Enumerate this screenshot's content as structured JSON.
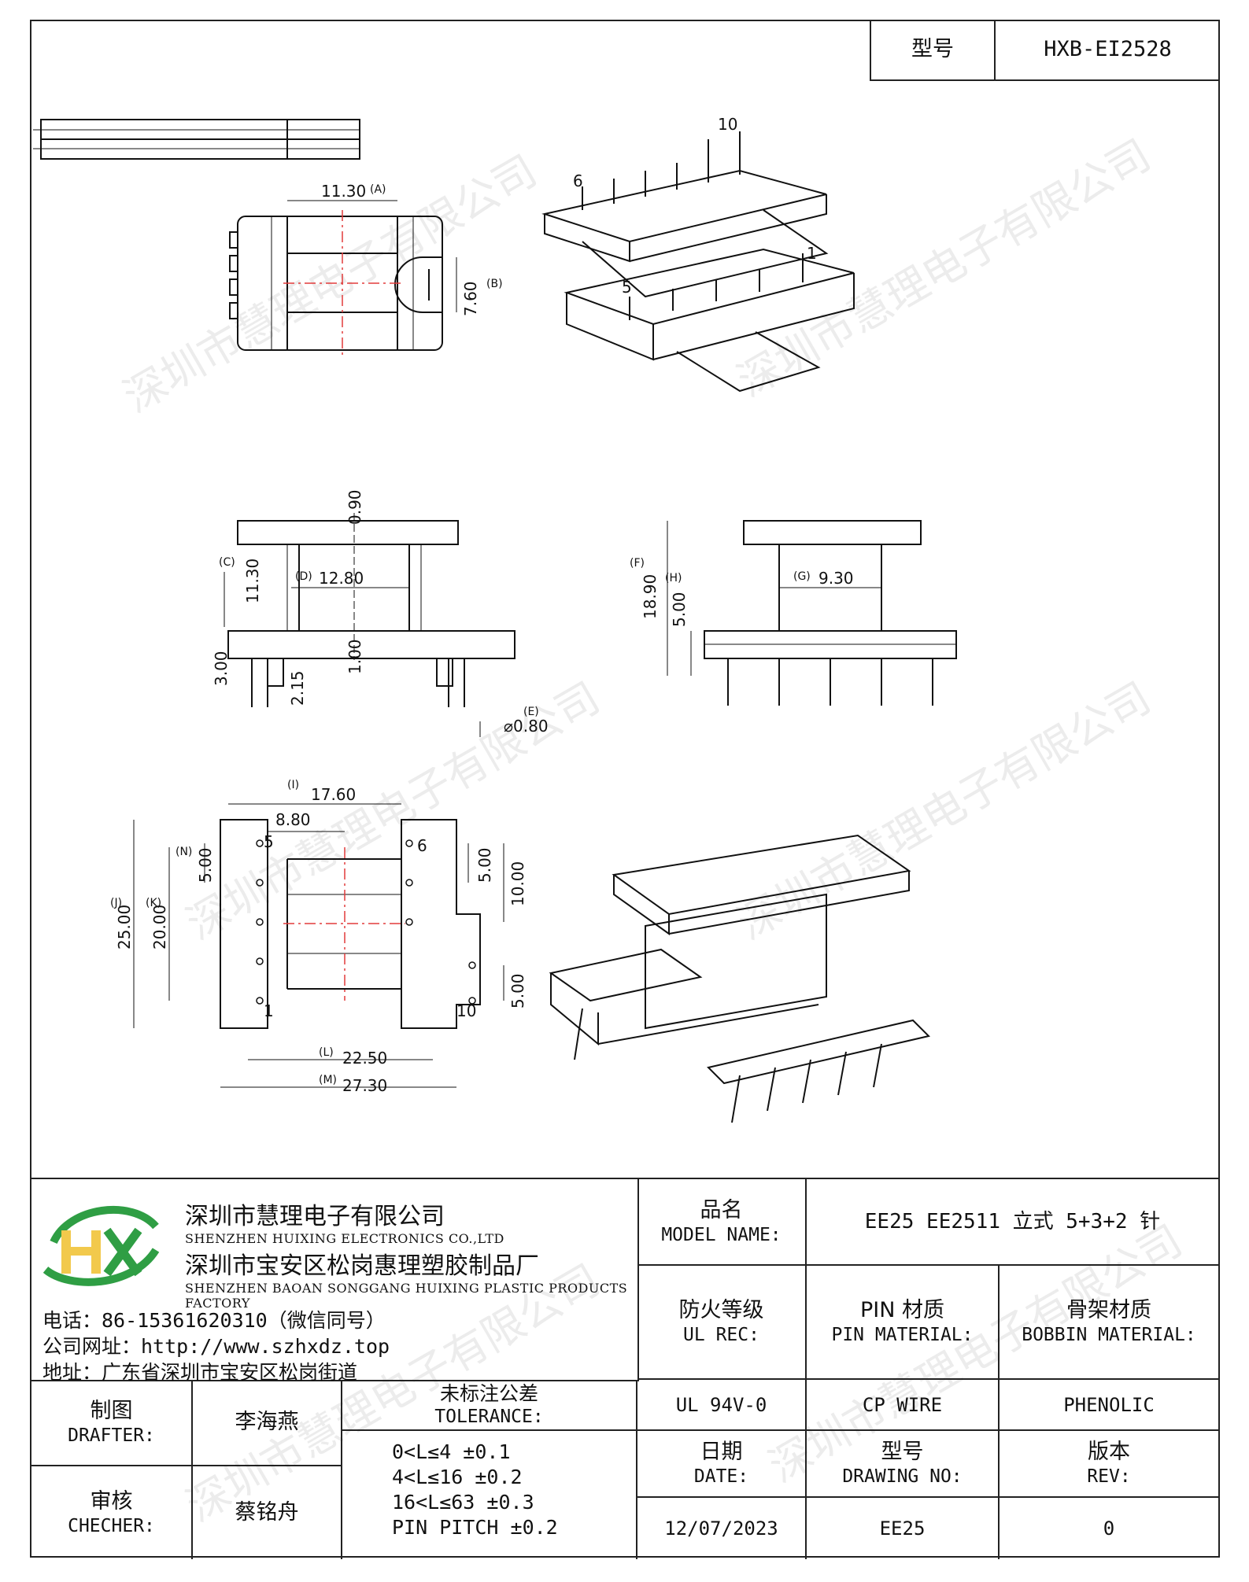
{
  "header": {
    "model_label": "型号",
    "model_value": "HXB-EI2528"
  },
  "watermark": "深圳市慧理电子有限公司",
  "drawing": {
    "pin_numbers": {
      "p10": "10",
      "p6": "6",
      "p1": "1",
      "p5": "5"
    },
    "dimensions": {
      "A": {
        "tag": "(A)",
        "value": "11.30"
      },
      "B": {
        "tag": "(B)",
        "value": "7.60"
      },
      "C": {
        "tag": "(C)",
        "value": "11.30"
      },
      "D": {
        "tag": "(D)",
        "value": "12.80"
      },
      "E": {
        "tag": "(E)",
        "value": "⌀0.80"
      },
      "F": {
        "tag": "(F)",
        "value": "18.90"
      },
      "G": {
        "tag": "(G)",
        "value": "9.30"
      },
      "H": {
        "tag": "(H)",
        "value": "5.00"
      },
      "I": {
        "tag": "(I)",
        "value": "17.60"
      },
      "J": {
        "tag": "(J)",
        "value": "25.00"
      },
      "K": {
        "tag": "(K)",
        "value": "20.00"
      },
      "N": {
        "tag": "(N)",
        "value": "5.00"
      },
      "L": {
        "tag": "(L)",
        "value": "22.50"
      },
      "M": {
        "tag": "(M)",
        "value": "27.30"
      },
      "top_090": "0.90",
      "side_300": "3.00",
      "side_215": "2.15",
      "side_100": "1.00",
      "bot_880": "8.80",
      "r_500a": "5.00",
      "r_1000": "10.00",
      "r_500b": "5.00"
    }
  },
  "titleblock": {
    "company_cn": "深圳市慧理电子有限公司",
    "company_en": "SHENZHEN HUIXING ELECTRONICS CO.,LTD",
    "factory_cn": "深圳市宝安区松岗惠理塑胶制品厂",
    "factory_en": "SHENZHEN BAOAN SONGGANG HUIXING PLASTIC PRODUCTS FACTORY",
    "phone": "电话：86-15361620310（微信同号）",
    "website": "公司网址：http://www.szhxdz.top",
    "address": "地址：广东省深圳市宝安区松岗街道",
    "model_name_cn": "品名",
    "model_name_en": "MODEL NAME:",
    "model_name_value": "EE25 EE2511 立式 5+3+2 针",
    "ul_cn": "防火等级",
    "ul_en": "UL REC:",
    "pin_mat_cn": "PIN 材质",
    "pin_mat_en": "PIN MATERIAL:",
    "bobbin_mat_cn": "骨架材质",
    "bobbin_mat_en": "BOBBIN MATERIAL:",
    "drafter_cn": "制图",
    "drafter_en": "DRAFTER:",
    "drafter_name": "李海燕",
    "checker_cn": "审核",
    "checker_en": "CHECHER:",
    "checker_name": "蔡铭舟",
    "tolerance_cn": "未标注公差",
    "tolerance_en": "TOLERANCE:",
    "tolerance_lines": [
      "0<L≤4  ±0.1",
      "4<L≤16 ±0.2",
      "16<L≤63 ±0.3",
      "PIN PITCH ±0.2"
    ],
    "ul_value": "UL 94V-0",
    "pin_value": "CP WIRE",
    "bobbin_value": "PHENOLIC",
    "date_cn": "日期",
    "date_en": "DATE:",
    "drawing_no_cn": "型号",
    "drawing_no_en": "DRAWING NO:",
    "rev_cn": "版本",
    "rev_en": "REV:",
    "date_value": "12/07/2023",
    "drawing_no_value": "EE25",
    "rev_value": "0"
  }
}
